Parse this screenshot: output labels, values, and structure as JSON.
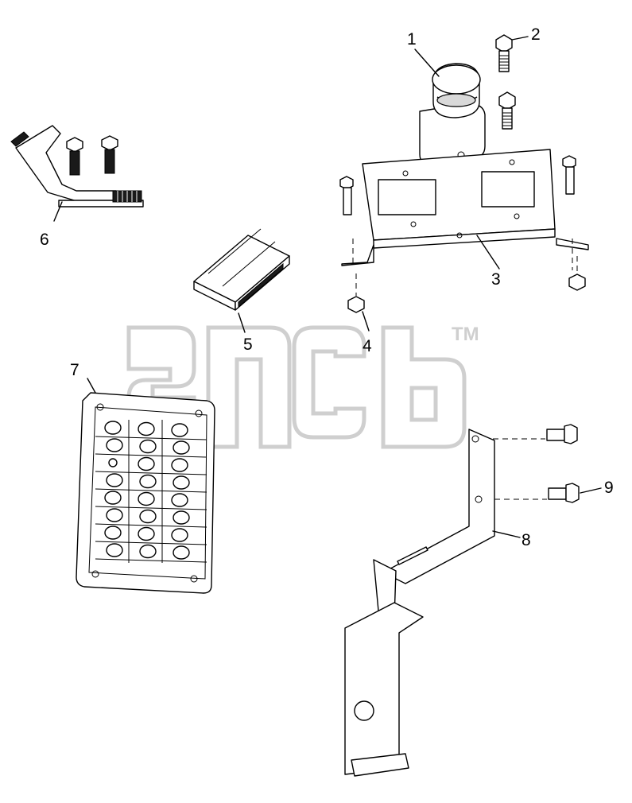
{
  "watermark": {
    "trademark": "TM",
    "color": "#cfcfcf"
  },
  "callouts": {
    "c1": "1",
    "c2": "2",
    "c3": "3",
    "c4": "4",
    "c5": "5",
    "c6": "6",
    "c7": "7",
    "c8": "8",
    "c9": "9"
  },
  "colors": {
    "line": "#000000",
    "background": "#ffffff",
    "shade": "#d9d9d9"
  }
}
